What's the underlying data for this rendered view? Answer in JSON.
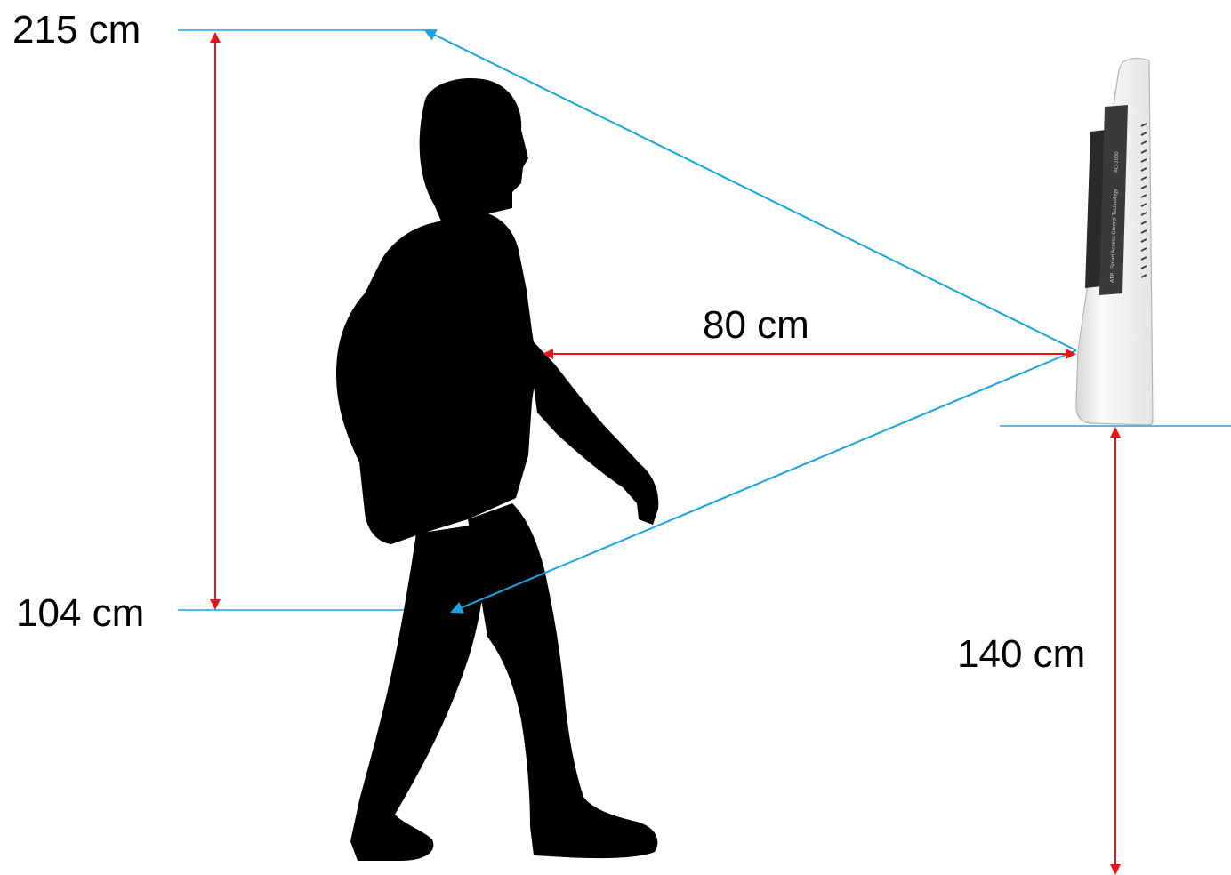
{
  "labels": {
    "top_height": "215 cm",
    "bottom_height": "104 cm",
    "distance": "80 cm",
    "mount_height": "140 cm"
  },
  "device": {
    "brand": "ATP",
    "tagline": "Smart Access Control Technology",
    "model": "AC-1000"
  },
  "colors": {
    "sight_line": "#1aa3e0",
    "dimension_arrow": "#e8141b",
    "silhouette": "#000000",
    "device_body": "#f2f2f2",
    "device_panel": "#333333"
  }
}
